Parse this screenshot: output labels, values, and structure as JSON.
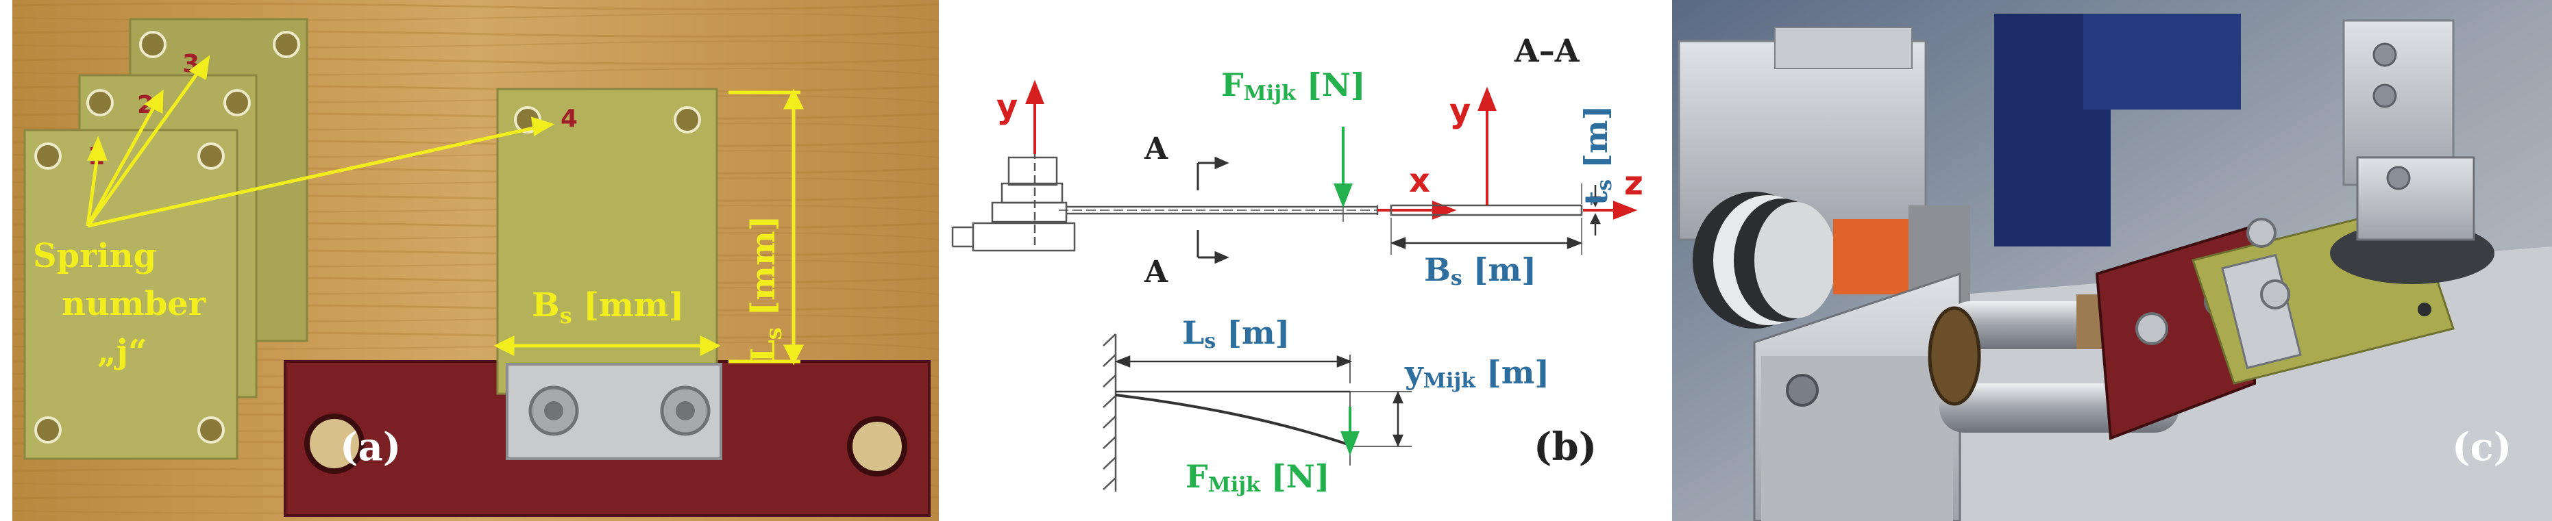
{
  "panel_a": {
    "label": "(a)",
    "spring_numbers": [
      "1",
      "2",
      "3",
      "4"
    ],
    "annotation_line1": "Spring",
    "annotation_line2": "number",
    "annotation_line3": "„j“",
    "width_label": "B",
    "width_sub": "s",
    "width_unit": " [mm]",
    "length_label": "L",
    "length_sub": "s",
    "length_unit": " [mm]",
    "colors": {
      "wood": "#c79a55",
      "pcb": "#b3b25a",
      "clamp": "#7a1f24",
      "annotation": "#f2ee1e"
    }
  },
  "panel_b": {
    "label": "(b)",
    "axis_y": "y",
    "axis_x": "x",
    "axis_z": "z",
    "section_label": "A",
    "section_title": "A–A",
    "force_label": "F",
    "force_sub": "Mijk",
    "force_unit": " [N]",
    "width_label": "B",
    "width_sub": "s",
    "width_unit": " [m]",
    "thickness_label": "t",
    "thickness_sub": "s",
    "thickness_unit": " [m]",
    "length_label": "L",
    "length_sub": "s",
    "length_unit": " [m]",
    "deflection_label": "y",
    "deflection_sub": "Mijk",
    "deflection_unit": " [m]",
    "colors": {
      "axis": "#d62020",
      "force": "#22b14c",
      "dimension": "#2e6e9e"
    }
  },
  "panel_c": {
    "label": "(c)",
    "colors": {
      "metal": "#b8bcc2",
      "frame": "#1c2d6b",
      "clamp": "#7a1f24",
      "pcb": "#a9ab4e",
      "accent": "#e0632a"
    }
  }
}
